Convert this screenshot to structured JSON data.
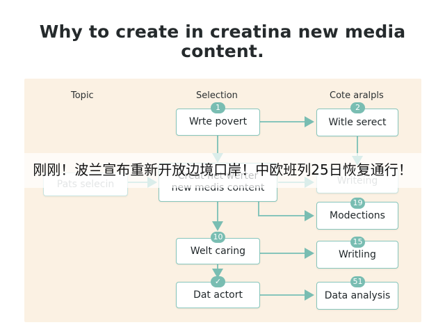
{
  "title": {
    "line1": "Why to create in creatina new media",
    "line2": "content."
  },
  "columns": {
    "left": "Topic",
    "middle": "Selection",
    "right": "Cote aralpls"
  },
  "nodes": {
    "write_povert": "Wrte povert",
    "write_serect": "Witle serect",
    "pats_selecin": "Pats selecin",
    "creat_content": "Creat net werter\nnew medis content",
    "writeing": "Writeing",
    "modections": "Modections",
    "welt_caring": "Welt caring",
    "writling": "Writling",
    "dat_actort": "Dat actort",
    "data_analysis": "Data analysis"
  },
  "badges": {
    "b1": "1",
    "b2": "2",
    "b19": "19",
    "b10": "10",
    "b15": "15",
    "bcheck": "✓",
    "b51": "51"
  },
  "overlay_banner": "刚刚！波兰宣布重新开放边境口岸！中欧班列25日恢复通行！",
  "colors": {
    "accent": "#79bdb2",
    "panel": "#fbf1e3",
    "node_border": "#86c5bb"
  }
}
